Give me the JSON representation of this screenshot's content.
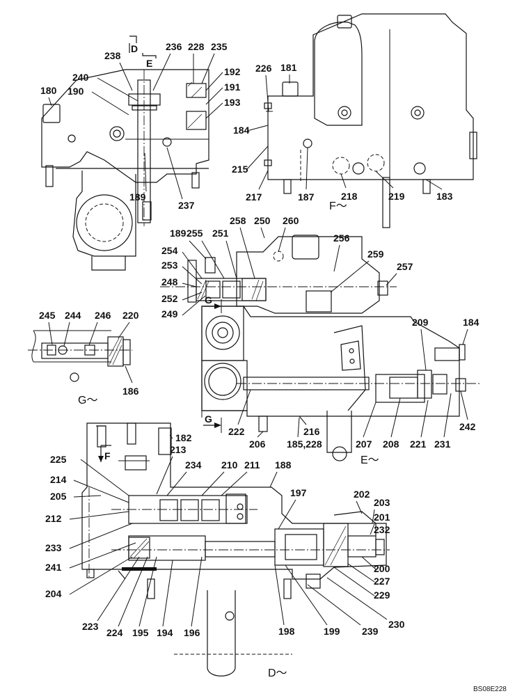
{
  "diagram": {
    "drawing_code": "BS08E228",
    "view_labels": [
      {
        "id": "view-d-top",
        "text": "D"
      },
      {
        "id": "view-e-top",
        "text": "E"
      },
      {
        "id": "view-f",
        "text": "F～"
      },
      {
        "id": "view-g-small",
        "text": "G～"
      },
      {
        "id": "view-e",
        "text": "E～"
      },
      {
        "id": "view-g-upper",
        "text": "G"
      },
      {
        "id": "view-g-lower",
        "text": "G"
      },
      {
        "id": "view-f-arrow",
        "text": "F"
      },
      {
        "id": "view-d",
        "text": "D～"
      }
    ],
    "part_numbers": [
      "238",
      "236",
      "228",
      "235",
      "240",
      "190",
      "192",
      "191",
      "193",
      "180",
      "237",
      "189",
      "226",
      "181",
      "184",
      "215",
      "217",
      "187",
      "218",
      "219",
      "183",
      "189",
      "255",
      "251",
      "258",
      "250",
      "260",
      "256",
      "254",
      "259",
      "253",
      "257",
      "248",
      "252",
      "249",
      "245",
      "244",
      "246",
      "220",
      "186",
      "209",
      "184",
      "222",
      "206",
      "216",
      "185,228",
      "207",
      "208",
      "221",
      "231",
      "242",
      "182",
      "225",
      "213",
      "234",
      "210",
      "211",
      "188",
      "214",
      "205",
      "197",
      "202",
      "203",
      "212",
      "201",
      "232",
      "233",
      "241",
      "200",
      "227",
      "204",
      "229",
      "223",
      "224",
      "195",
      "194",
      "196",
      "198",
      "199",
      "239",
      "230"
    ]
  }
}
